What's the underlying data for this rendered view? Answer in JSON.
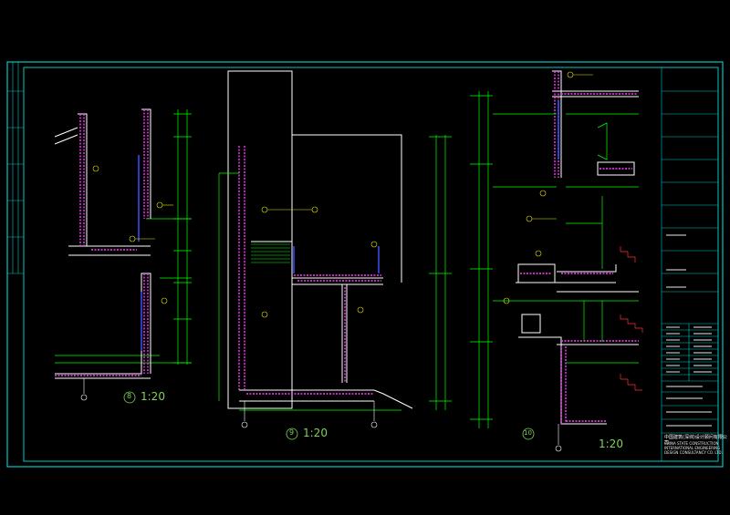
{
  "details": [
    {
      "num": "8",
      "scale": "1:20"
    },
    {
      "num": "9",
      "scale": "1:20"
    },
    {
      "num": "10",
      "scale": "1:20"
    }
  ],
  "title_block": {
    "company_cn": "中国建筑(深圳)设计顾问有限公司",
    "company_en_1": "CHINA STATE CONSTRUCTION",
    "company_en_2": "INTERNATIONAL ENGINEERING",
    "company_en_3": "DESIGN CONSULTANCY CO. LTD."
  },
  "colors": {
    "frame": "#00c8c8",
    "structure": "#ffffff",
    "dimension": "#00ff00",
    "hatch": "#ff3cff",
    "glass": "#3c50ff",
    "callout": "#e8e800",
    "stair": "#ff3030"
  }
}
